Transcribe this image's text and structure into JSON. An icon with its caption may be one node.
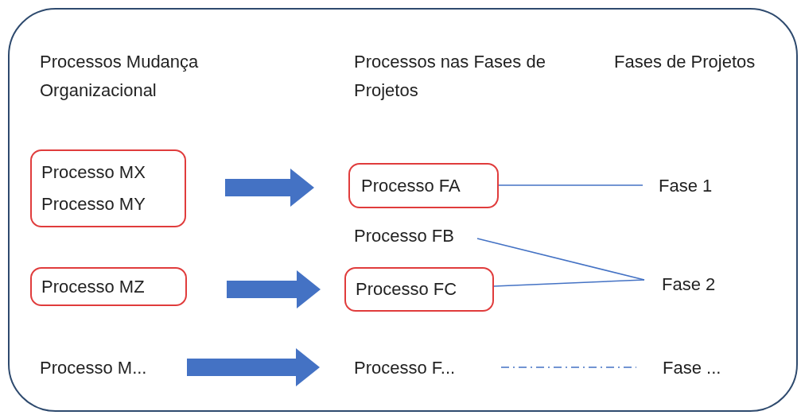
{
  "diagram": {
    "nodes": [
      {
        "text": [],
        "shape": "box"
      },
      {
        "text": [
          "Processo MX",
          "Processo MY"
        ],
        "in": 0
      },
      {
        "text": [
          "Processo FA"
        ],
        "in": 0
      },
      {
        "text": [
          "Fase 1"
        ],
        "in": 0
      },
      {
        "text": [
          "Processo FB"
        ],
        "in": 0
      },
      {
        "text": [
          "Processo MZ"
        ],
        "in": 0
      },
      {
        "text": [
          "Processo FC"
        ],
        "in": 0
      },
      {
        "text": [
          "Fase 2"
        ],
        "in": 0
      },
      {
        "text": [
          "Processo M..."
        ],
        "in": 0
      },
      {
        "text": [
          "Processo F..."
        ],
        "in": 0
      },
      {
        "text": [
          "Fase ..."
        ],
        "in": 0
      }
    ],
    "edges": [
      {
        "from": 1,
        "to": 2,
        "arrow": "to",
        "style": "thick"
      },
      {
        "from": 2,
        "to": 3,
        "arrow": "none"
      },
      {
        "from": 4,
        "to": 7,
        "arrow": "none"
      },
      {
        "from": 5,
        "to": 6,
        "arrow": "to",
        "style": "thick"
      },
      {
        "from": 6,
        "to": 7,
        "arrow": "none"
      },
      {
        "from": 8,
        "to": 9,
        "arrow": "to",
        "style": "thick"
      },
      {
        "from": 9,
        "to": 10,
        "arrow": "none",
        "style": "dashed"
      }
    ],
    "labels": [
      "Processos Mudança Organizacional",
      "Processos nas Fases de Projetos",
      "Fases de Projetos"
    ]
  }
}
